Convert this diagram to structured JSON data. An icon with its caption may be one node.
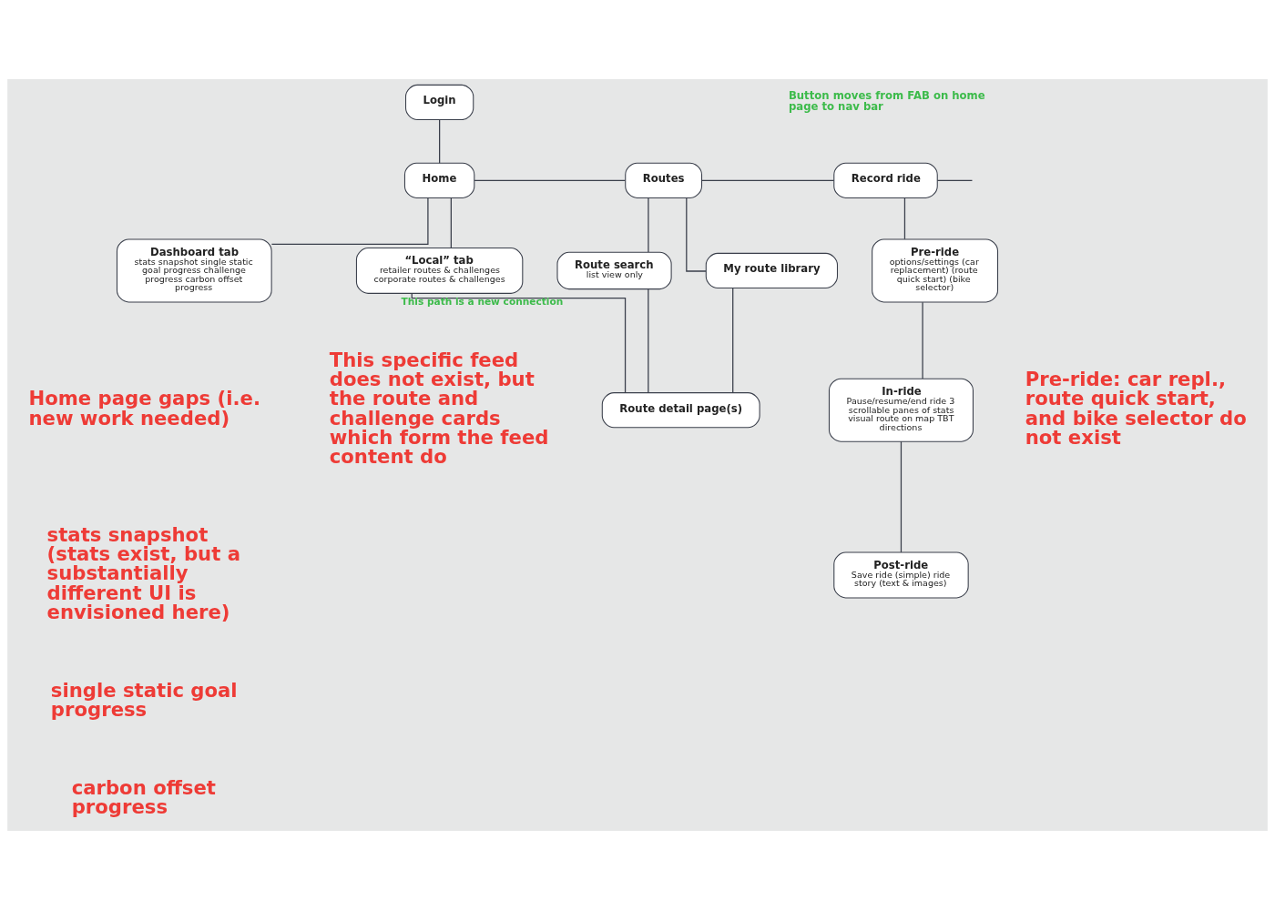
{
  "diagram": {
    "nodes": [
      {
        "text": [
          "Login"
        ]
      },
      {
        "text": [
          "Home"
        ]
      },
      {
        "text": [
          "Routes"
        ]
      },
      {
        "text": [
          "Record ride"
        ]
      },
      {
        "text": [
          "Dashboard tab",
          "stats snapshot single static goal progress challenge progress carbon offset progress"
        ]
      },
      {
        "text": [
          "“Local” tab",
          "retailer routes & challenges corporate routes & challenges"
        ]
      },
      {
        "text": [
          "Route search",
          "list view only"
        ]
      },
      {
        "text": [
          "My route library"
        ]
      },
      {
        "text": [
          "Pre-ride",
          "options/settings (car replacement) (route quick start) (bike selector)"
        ]
      },
      {
        "text": [
          "In-ride",
          "Pause/resume/end ride 3 scrollable panes of stats visual route on map TBT directions"
        ]
      },
      {
        "text": [
          "Post-ride",
          "Save ride (simple) ride story (text & images)"
        ]
      },
      {
        "text": [
          "Route detail page(s)"
        ]
      }
    ],
    "edges": [
      {
        "from": 0,
        "to": 1,
        "arrow": "none"
      },
      {
        "from": 1,
        "to": 2,
        "arrow": "none"
      },
      {
        "from": 2,
        "to": 3,
        "arrow": "none"
      },
      {
        "from": 3,
        "to": null,
        "arrow": "none"
      },
      {
        "from": 1,
        "to": 4,
        "arrow": "none"
      },
      {
        "from": 1,
        "to": 5,
        "arrow": "none"
      },
      {
        "from": 2,
        "to": 6,
        "arrow": "none"
      },
      {
        "from": 2,
        "to": 7,
        "arrow": "none"
      },
      {
        "from": 3,
        "to": 8,
        "arrow": "none"
      },
      {
        "from": 8,
        "to": 9,
        "arrow": "none"
      },
      {
        "from": 9,
        "to": 10,
        "arrow": "none"
      },
      {
        "from": 6,
        "to": 11,
        "arrow": "none"
      },
      {
        "from": 7,
        "to": 11,
        "arrow": "none"
      },
      {
        "from": 5,
        "to": 11,
        "arrow": "none",
        "label": "This path is a new connection"
      }
    ],
    "labels": [
      "Button moves from FAB on home page to nav bar",
      "Pre-ride: car repl., route quick start, and bike selector do not exist",
      "Home page gaps (i.e. new work needed)",
      "stats snapshot (stats exist, but a substantially different UI is envisioned here)",
      "single static goal progress",
      "carbon offset progress",
      "This specific feed does not exist, but the route and challenge cards which form the feed content do"
    ]
  }
}
